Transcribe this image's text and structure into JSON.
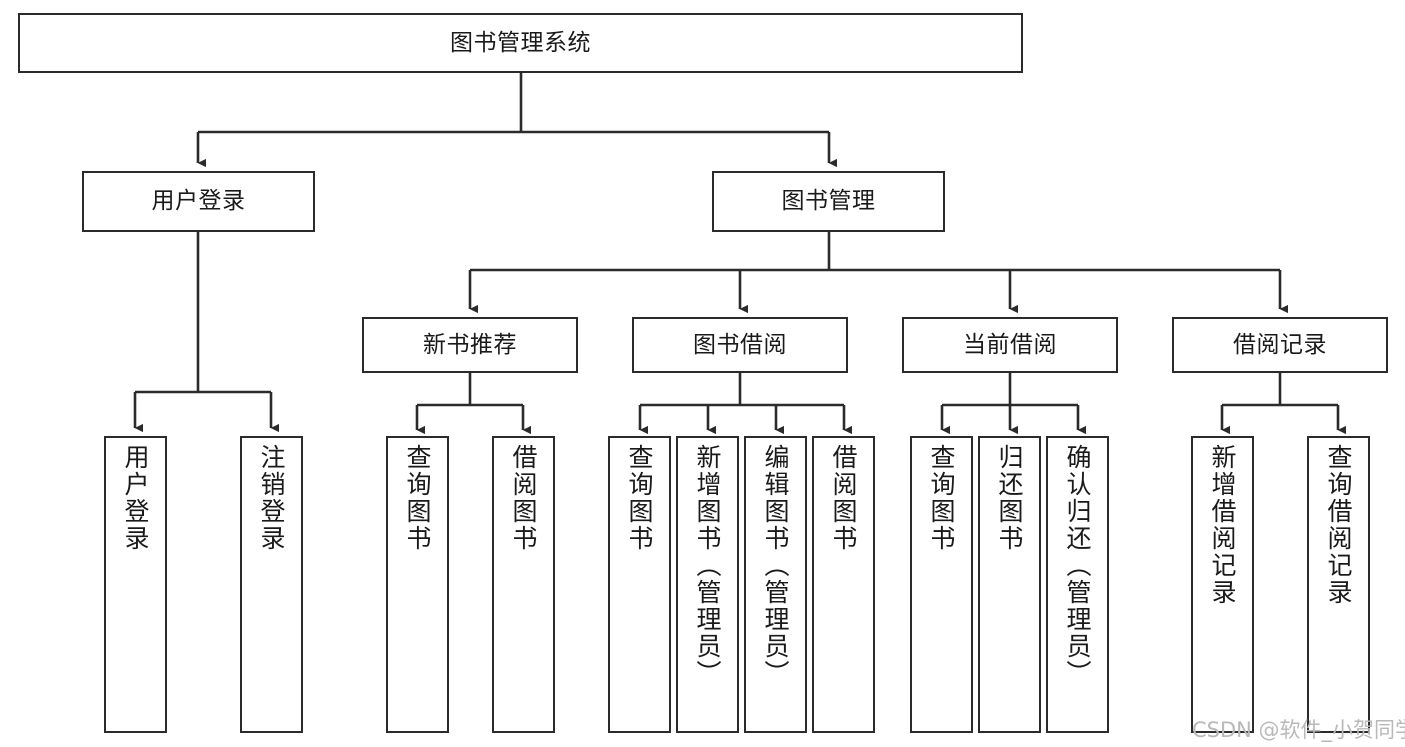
{
  "diagram": {
    "title": "图书管理系统",
    "type": "tree-hierarchy-diagram",
    "colors": {
      "box_border": "#2b2b2b",
      "box_fill": "#ffffff",
      "connector": "#2b2b2b",
      "text": "#1a1a1a",
      "watermark": "#b9b9b9",
      "background": "#ffffff"
    },
    "root": {
      "label": "图书管理系统"
    },
    "level1": [
      {
        "label": "用户登录"
      },
      {
        "label": "图书管理"
      }
    ],
    "level2": [
      {
        "label": "新书推荐"
      },
      {
        "label": "图书借阅"
      },
      {
        "label": "当前借阅"
      },
      {
        "label": "借阅记录"
      }
    ],
    "leaves": {
      "user_login": [
        {
          "label": "用户登录"
        },
        {
          "label": "注销登录"
        }
      ],
      "new_book_recommend": [
        {
          "label": "查询图书"
        },
        {
          "label": "借阅图书"
        }
      ],
      "book_borrow": [
        {
          "label": "查询图书"
        },
        {
          "label": "新增图书（管理员）"
        },
        {
          "label": "编辑图书（管理员）"
        },
        {
          "label": "借阅图书"
        }
      ],
      "current_borrow": [
        {
          "label": "查询图书"
        },
        {
          "label": "归还图书"
        },
        {
          "label": "确认归还（管理员）"
        }
      ],
      "borrow_record": [
        {
          "label": "新增借阅记录"
        },
        {
          "label": "查询借阅记录"
        }
      ]
    }
  },
  "watermark": {
    "text": "CSDN @软件_小贺同学"
  }
}
